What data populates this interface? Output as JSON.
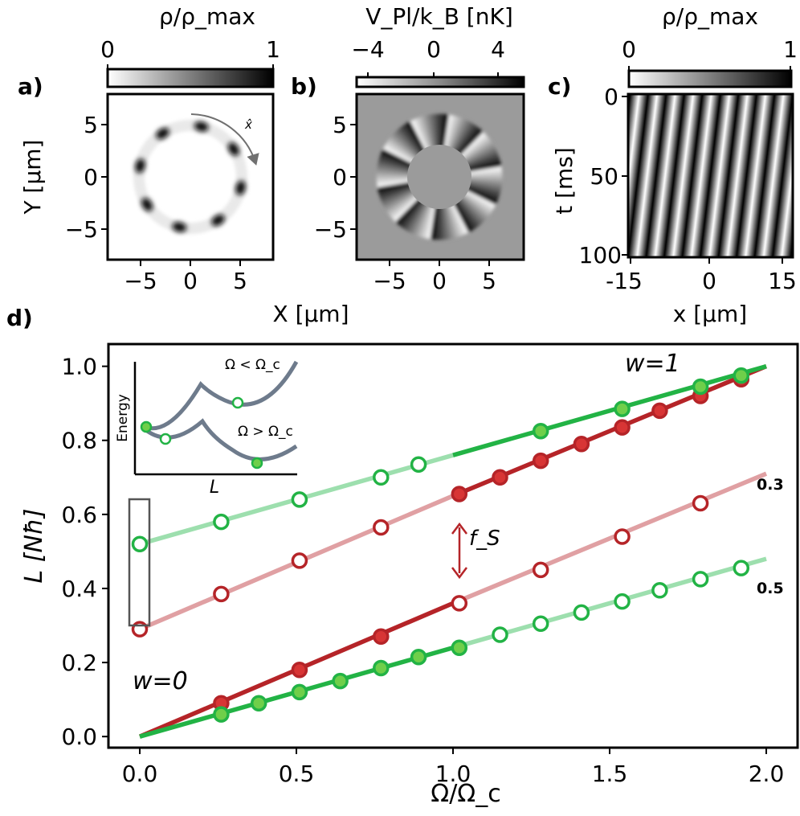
{
  "panels": {
    "a": {
      "label": "a)",
      "colorbar_title": "ρ/ρ_max",
      "colorbar_ticks": [
        "0",
        "1"
      ],
      "ylabel": "Y [µm]",
      "x_ticks": [
        "−5",
        "0",
        "5"
      ],
      "y_ticks": [
        "5",
        "0",
        "−5"
      ],
      "arrow_label": "x̂",
      "density_dips": 8
    },
    "b": {
      "label": "b)",
      "colorbar_title": "V_Pl/k_B [nK]",
      "colorbar_ticks": [
        "−4",
        "0",
        "4"
      ],
      "x_ticks": [
        "−5",
        "0",
        "5"
      ],
      "y_ticks": [
        "5",
        "0",
        "−5"
      ],
      "potential_sectors": 10
    },
    "c": {
      "label": "c)",
      "colorbar_title": "ρ/ρ_max",
      "colorbar_ticks": [
        "0",
        "1"
      ],
      "ylabel": "t [ms]",
      "xlabel": "x [µm]",
      "x_ticks": [
        "-15",
        "0",
        "15"
      ],
      "y_ticks": [
        "0",
        "50",
        "100"
      ],
      "stripes": 9
    },
    "shared_xlabel": "X [µm]",
    "d": {
      "label": "d)",
      "xlabel": "Ω/Ω_c",
      "ylabel": "L [Nħ]",
      "x_ticks": [
        "0.0",
        "0.5",
        "1.0",
        "1.5",
        "2.0"
      ],
      "y_ticks": [
        "0.0",
        "0.2",
        "0.4",
        "0.6",
        "0.8",
        "1.0"
      ],
      "annotations": {
        "w0": "w=0",
        "w1": "w=1",
        "f0_3": "0.3",
        "f0_5": "0.5",
        "fs": "f_S"
      },
      "inset": {
        "ylabel": "Energy",
        "xlabel": "L",
        "label_below": "Ω < Ω_c",
        "label_above": "Ω > Ω_c"
      }
    }
  },
  "colors": {
    "green": "#22b345",
    "green_light": "#9ddfae",
    "green_fill": "#6fcf4a",
    "red": "#b52428",
    "red_light": "#e0a0a3",
    "red_fill": "#d83535",
    "gray": "#6e7b8c"
  },
  "chart_data": {
    "type": "line",
    "xlabel": "Ω/Ω_c",
    "ylabel": "L [Nħ]",
    "xlim": [
      -0.1,
      2.1
    ],
    "ylim": [
      -0.03,
      1.06
    ],
    "grid": false,
    "series": [
      {
        "name": "0.3",
        "line_segments": [
          {
            "x": [
              0,
              1.0
            ],
            "y": [
              0.0,
              0.36
            ],
            "style": "solid"
          },
          {
            "x": [
              0,
              1.0
            ],
            "y": [
              0.29,
              0.65
            ],
            "style": "faded"
          },
          {
            "x": [
              1.0,
              2.0
            ],
            "y": [
              0.36,
              0.71
            ],
            "style": "faded"
          },
          {
            "x": [
              1.0,
              2.0
            ],
            "y": [
              0.65,
              1.0
            ],
            "style": "solid"
          }
        ],
        "filled_points": {
          "x": [
            0.26,
            0.51,
            0.77,
            1.02,
            1.15,
            1.28,
            1.41,
            1.54,
            1.66,
            1.79,
            1.92
          ],
          "y": [
            0.09,
            0.18,
            0.27,
            0.655,
            0.7,
            0.745,
            0.79,
            0.835,
            0.88,
            0.92,
            0.965
          ]
        },
        "open_points": {
          "x": [
            0.0,
            0.26,
            0.51,
            0.77,
            1.02,
            1.28,
            1.54,
            1.79
          ],
          "y": [
            0.29,
            0.385,
            0.475,
            0.565,
            0.36,
            0.45,
            0.54,
            0.63
          ]
        }
      },
      {
        "name": "0.5",
        "line_segments": [
          {
            "x": [
              0,
              1.0
            ],
            "y": [
              0.0,
              0.24
            ],
            "style": "solid"
          },
          {
            "x": [
              0,
              1.0
            ],
            "y": [
              0.52,
              0.76
            ],
            "style": "faded"
          },
          {
            "x": [
              1.0,
              2.0
            ],
            "y": [
              0.24,
              0.48
            ],
            "style": "faded"
          },
          {
            "x": [
              1.0,
              2.0
            ],
            "y": [
              0.76,
              1.0
            ],
            "style": "solid"
          }
        ],
        "filled_points": {
          "x": [
            0.26,
            0.38,
            0.51,
            0.64,
            0.77,
            0.89,
            1.02,
            1.28,
            1.54,
            1.79,
            1.92
          ],
          "y": [
            0.06,
            0.09,
            0.12,
            0.15,
            0.185,
            0.215,
            0.24,
            0.825,
            0.885,
            0.945,
            0.975
          ]
        },
        "open_points": {
          "x": [
            0.0,
            0.26,
            0.51,
            0.77,
            0.89,
            1.15,
            1.28,
            1.41,
            1.54,
            1.66,
            1.79,
            1.92
          ],
          "y": [
            0.52,
            0.58,
            0.64,
            0.7,
            0.735,
            0.275,
            0.305,
            0.335,
            0.365,
            0.395,
            0.425,
            0.455
          ]
        }
      }
    ]
  }
}
